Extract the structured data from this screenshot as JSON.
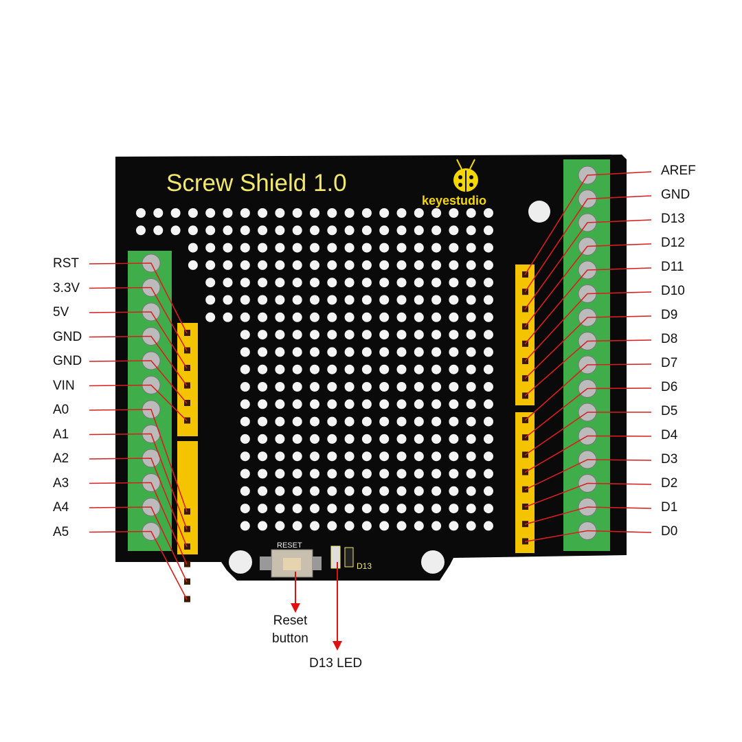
{
  "board": {
    "title": "Screw Shield 1.0",
    "brand": "keyestudio",
    "reset_silk": "RESET",
    "led_silk": "D13"
  },
  "left_pins": [
    "RST",
    "3.3V",
    "5V",
    "GND",
    "GND",
    "VIN",
    "A0",
    "A1",
    "A2",
    "A3",
    "A4",
    "A5"
  ],
  "right_pins": [
    "AREF",
    "GND",
    "D13",
    "D12",
    "D11",
    "D10",
    "D9",
    "D8",
    "D7",
    "D6",
    "D5",
    "D4",
    "D3",
    "D2",
    "D1",
    "D0"
  ],
  "callouts": {
    "reset_line1": "Reset",
    "reset_line2": "button",
    "led": "D13 LED"
  },
  "colors": {
    "board": "#0a0a0a",
    "silk": "#f2e96a",
    "terminal": "#3fae4a",
    "header": "#f5c400",
    "leader": "#d81e1e"
  }
}
